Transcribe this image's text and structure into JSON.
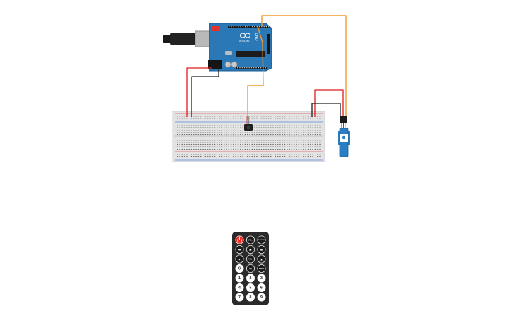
{
  "arduino": {
    "brand_text": "ARDUINO",
    "model_text": "UNO"
  },
  "wires": {
    "orange": "#f29a2e",
    "red": "#e21b1b",
    "black": "#202020"
  },
  "colors": {
    "breadboard": "#e3e3e3",
    "arduino_board": "#2a78b6",
    "servo_body": "#2b7ec1",
    "remote_body": "#2a2a2a",
    "power_button": "#e3312b"
  },
  "remote": {
    "rows": [
      [
        "POWER",
        "VOL+",
        "FUNC/STOP"
      ],
      [
        "⏮",
        "⏯",
        "⏭"
      ],
      [
        "▼",
        "VOL-",
        "▲"
      ],
      [
        "0",
        "EQ",
        "ST/REPT"
      ],
      [
        "1",
        "2",
        "3"
      ],
      [
        "4",
        "5",
        "6"
      ],
      [
        "7",
        "8",
        "9"
      ]
    ]
  }
}
